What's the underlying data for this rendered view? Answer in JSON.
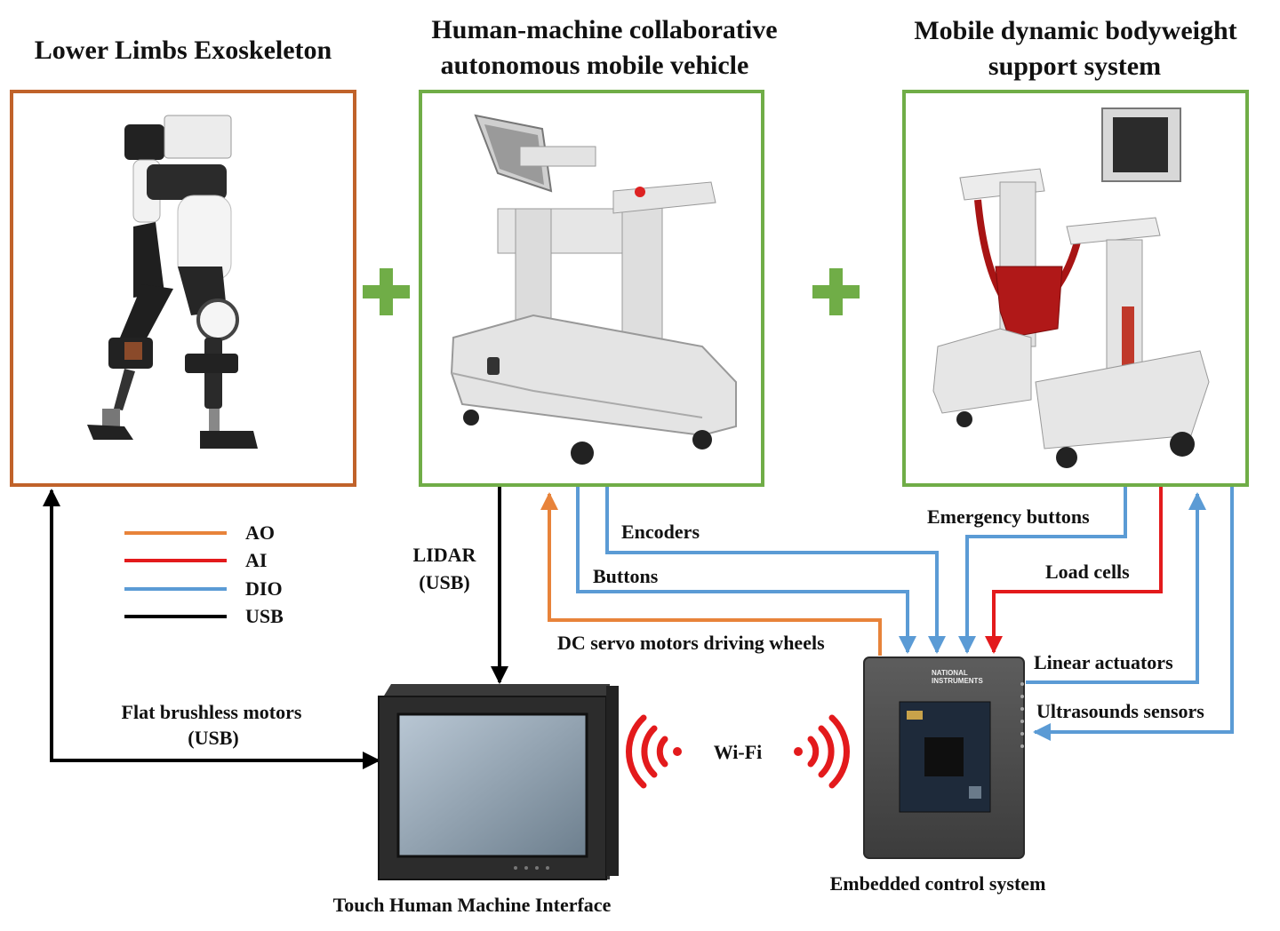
{
  "titles": {
    "exoskeleton": "Lower Limbs Exoskeleton",
    "vehicle_line1": "Human-machine collaborative",
    "vehicle_line2": "autonomous mobile vehicle",
    "support_line1": "Mobile dynamic bodyweight",
    "support_line2": "support system"
  },
  "legend": [
    {
      "label": "AO",
      "color": "#e8833a"
    },
    {
      "label": "AI",
      "color": "#e31a1c"
    },
    {
      "label": "DIO",
      "color": "#5b9bd5"
    },
    {
      "label": "USB",
      "color": "#000000"
    }
  ],
  "labels": {
    "lidar_line1": "LIDAR",
    "lidar_line2": "(USB)",
    "encoders": "Encoders",
    "buttons": "Buttons",
    "dc_servo": "DC servo motors driving wheels",
    "emergency": "Emergency buttons",
    "load_cells": "Load cells",
    "linear_actuators": "Linear actuators",
    "ultrasounds": "Ultrasounds sensors",
    "flat_motors_line1": "Flat brushless motors",
    "flat_motors_line2": "(USB)",
    "wifi": "Wi-Fi",
    "hmi": "Touch Human Machine Interface",
    "embedded": "Embedded control system",
    "ni_line1": "NATIONAL",
    "ni_line2": "INSTRUMENTS"
  },
  "colors": {
    "exo_frame": "#c0622a",
    "green_frame": "#70ad47",
    "plus": "#70ad47",
    "wifi": "#e31a1c"
  }
}
